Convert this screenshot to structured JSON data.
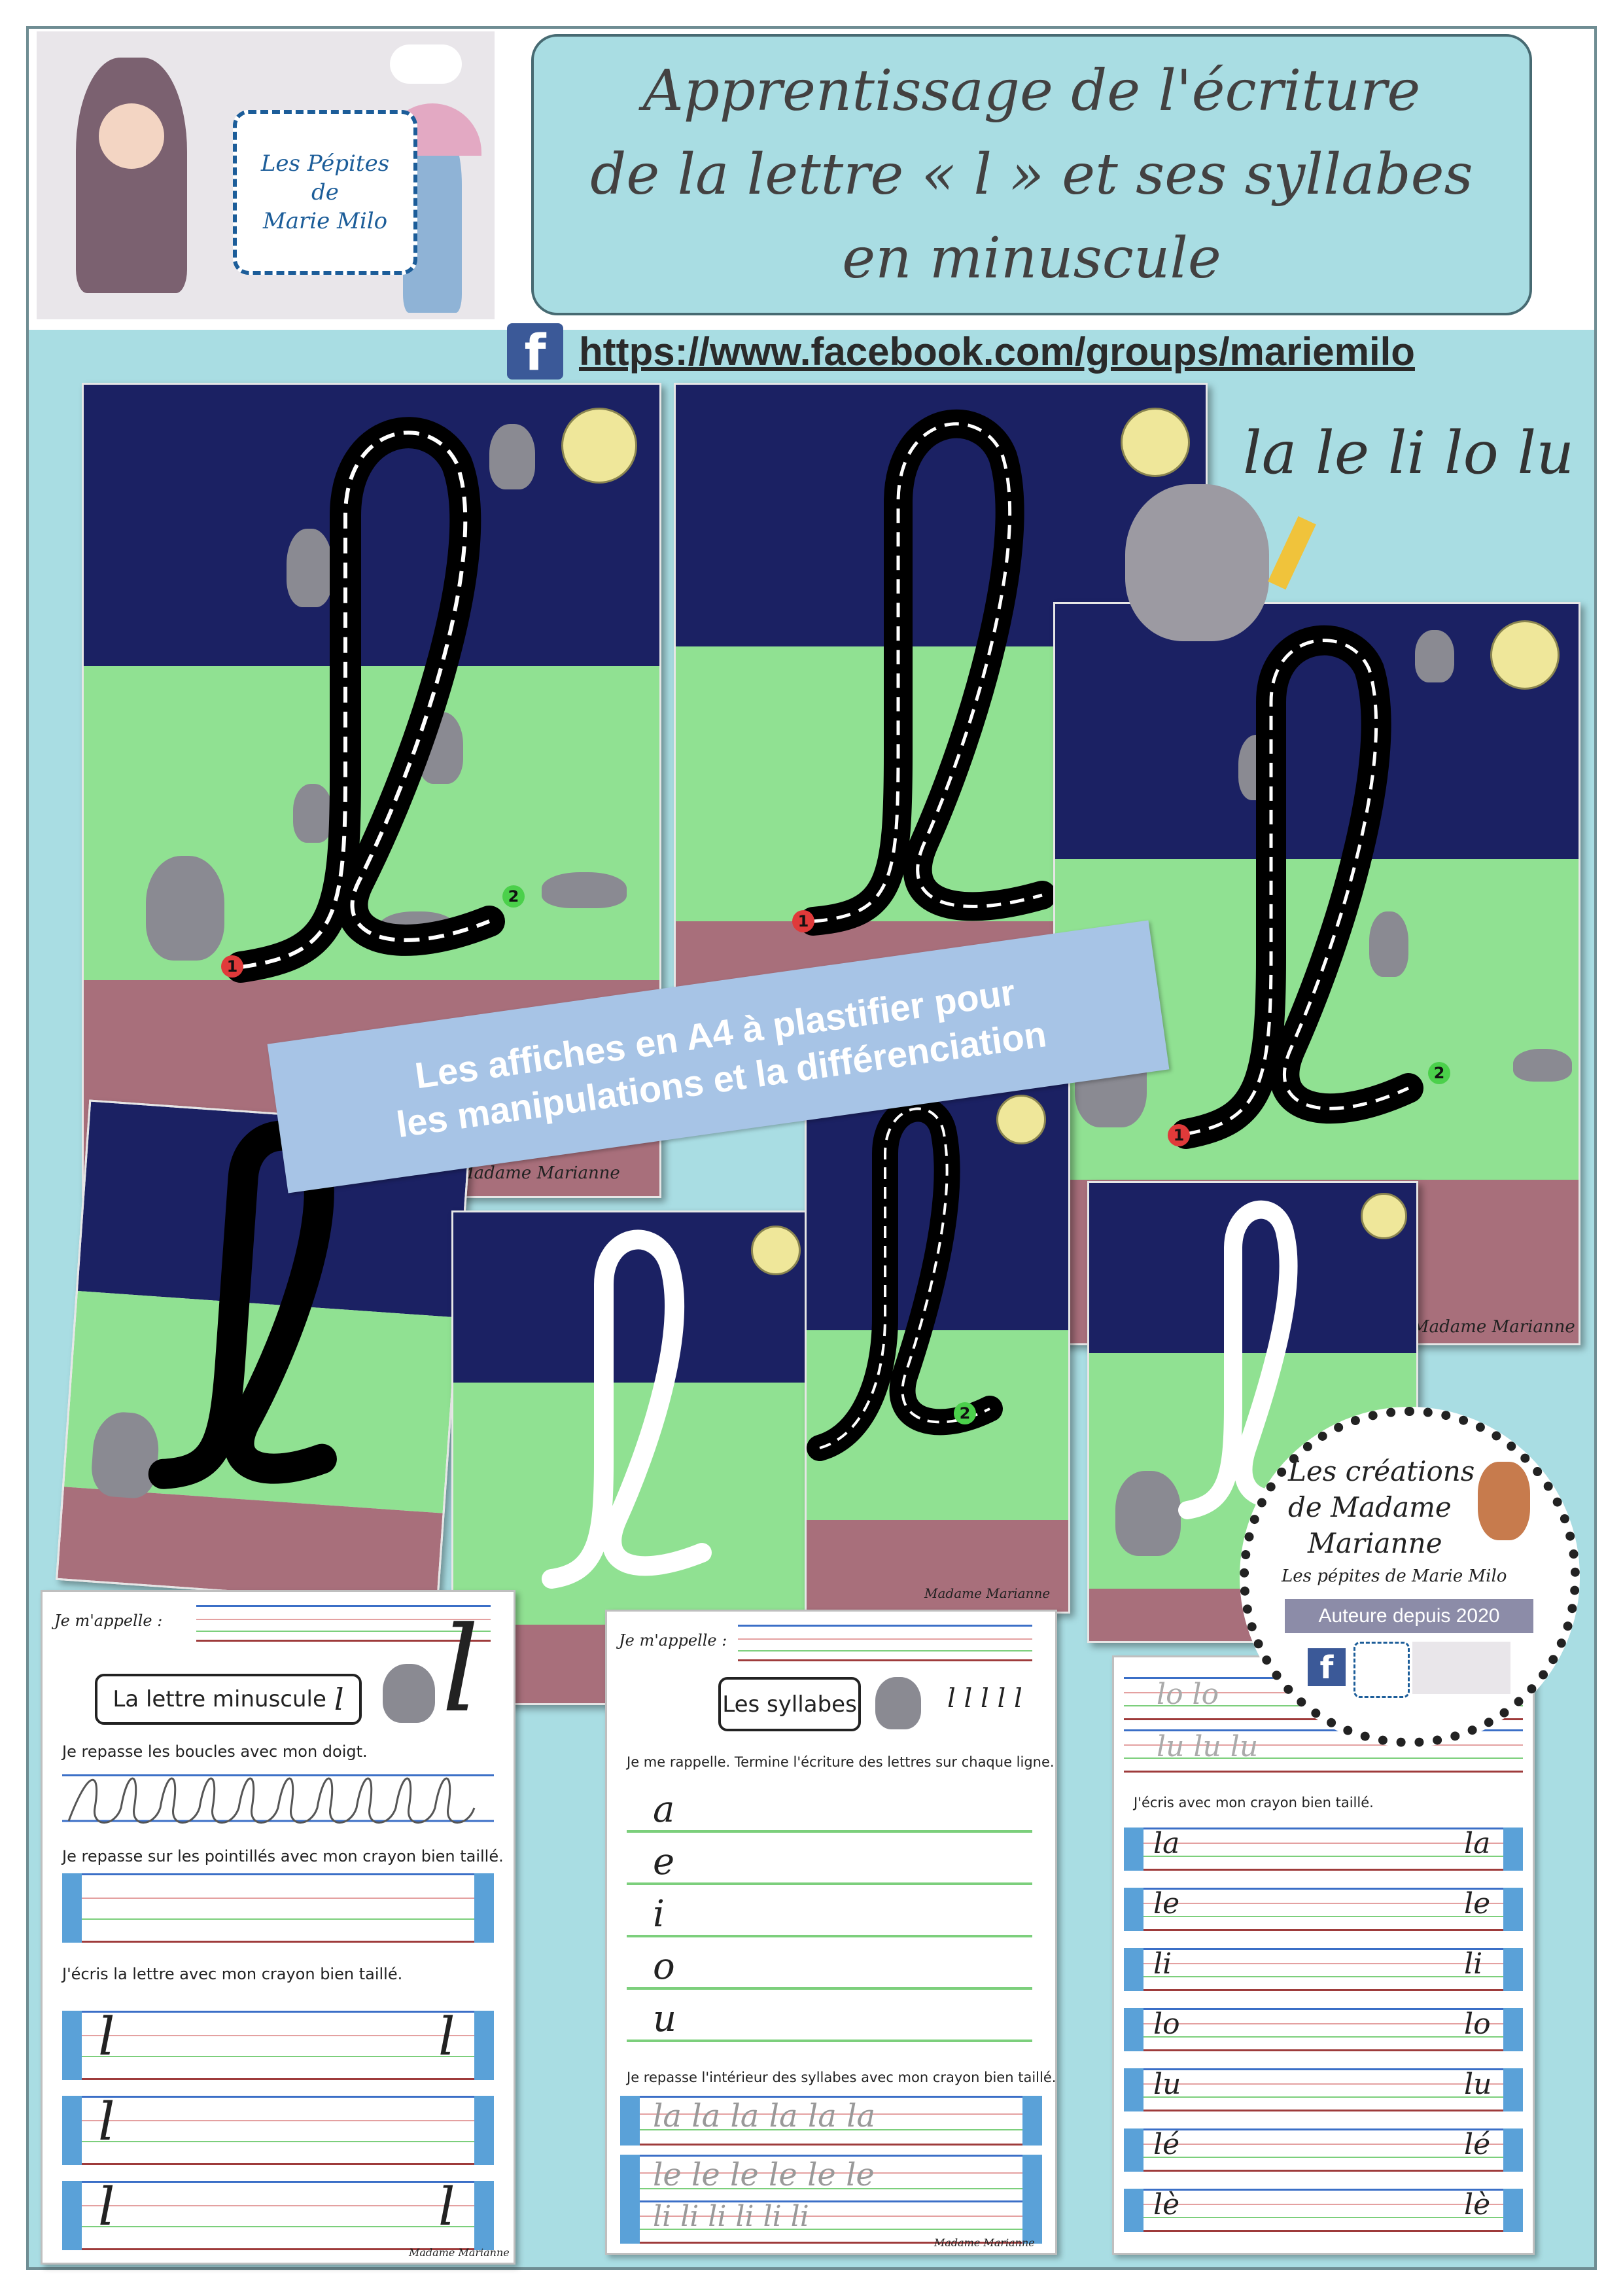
{
  "header": {
    "logo_text": [
      "Les Pépites",
      "de",
      "Marie Milo"
    ],
    "title_lines": [
      "Apprentissage de l'écriture",
      "de la lettre « l » et ses syllabes",
      "en minuscule"
    ],
    "facebook_url": "https://www.facebook.com/groups/mariemilo"
  },
  "syllables": "la le li lo lu",
  "banner": {
    "line1": "Les affiches en A4 à plastifier pour",
    "line2": "les manipulations et la différenciation"
  },
  "cards": {
    "letter": "l",
    "credit": "Madame Marianne",
    "step1": "1",
    "step2": "2"
  },
  "sheet1": {
    "name_label": "Je m'appelle :",
    "title": "La lettre minuscule",
    "title_letter": "l",
    "step1": "Je repasse les boucles avec mon doigt.",
    "step2": "Je repasse sur les pointillés avec mon crayon bien taillé.",
    "step3": "J'écris la lettre avec mon crayon bien taillé.",
    "rows": [
      "l",
      "l",
      "l"
    ],
    "credit": "Madame Marianne"
  },
  "sheet2": {
    "name_label": "Je m'appelle :",
    "title": "Les syllabes",
    "title_letters": "l l l l l",
    "step1": "Je me rappelle. Termine l'écriture des lettres sur chaque ligne.",
    "vowels": [
      "a",
      "e",
      "i",
      "o",
      "u"
    ],
    "step2": "Je repasse l'intérieur des syllabes avec mon crayon bien taillé.",
    "trace_rows": [
      "la la la la la la",
      "le le le le le le",
      "li li li li li li"
    ],
    "credit": "Madame Marianne"
  },
  "sheet3": {
    "trace_rows": [
      "lo lo",
      "lu lu lu"
    ],
    "step3": "J'écris avec mon crayon bien taillé.",
    "rows": [
      "la",
      "le",
      "li",
      "lo",
      "lu",
      "lé",
      "lè"
    ]
  },
  "stamp": {
    "line1": "Les créations",
    "line2": "de Madame",
    "line3": "Marianne",
    "line4": "Les pépites de Marie Milo",
    "badge": "Auteure depuis 2020"
  },
  "colors": {
    "frame": "#a9dde3",
    "sky": "#1b2163",
    "grass": "#90e192",
    "ground": "#a86f7b",
    "banner": "#a7c4e6",
    "facebook": "#3b5998"
  }
}
